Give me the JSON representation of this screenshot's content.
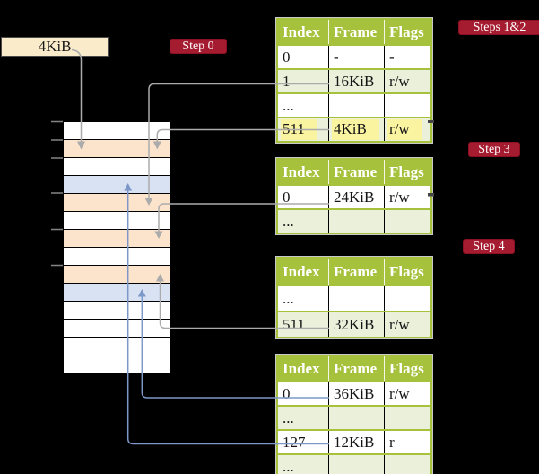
{
  "legend_box": {
    "label": "4KiB"
  },
  "badges": {
    "step0": "Step 0",
    "steps12": "Steps 1&2",
    "step3": "Step 3",
    "step4": "Step 4"
  },
  "memory": {
    "description": "physical memory frames, one row per 4KiB frame",
    "rows": [
      "white",
      "peach",
      "white",
      "blue",
      "peach",
      "white",
      "peach",
      "white",
      "peach",
      "blue",
      "white",
      "white",
      "white",
      "white"
    ],
    "tick_marks": 6
  },
  "tables": [
    {
      "id": "t1",
      "step": "Steps 1&2",
      "headers": [
        "Index",
        "Frame",
        "Flags"
      ],
      "rows": [
        {
          "cells": [
            "0",
            "-",
            "-"
          ],
          "shade": false,
          "highlight": false
        },
        {
          "cells": [
            "1",
            "16KiB",
            "r/w"
          ],
          "shade": true,
          "highlight": false
        },
        {
          "cells": [
            "...",
            "",
            ""
          ],
          "shade": false,
          "highlight": false
        },
        {
          "cells": [
            "511",
            "4KiB",
            "r/w"
          ],
          "shade": true,
          "highlight": true
        }
      ]
    },
    {
      "id": "t2",
      "step": "Step 3",
      "headers": [
        "Index",
        "Frame",
        "Flags"
      ],
      "rows": [
        {
          "cells": [
            "0",
            "24KiB",
            "r/w"
          ],
          "shade": false,
          "highlight": false
        },
        {
          "cells": [
            "...",
            "",
            ""
          ],
          "shade": true,
          "highlight": false
        }
      ]
    },
    {
      "id": "t3",
      "step": "Step 4",
      "headers": [
        "Index",
        "Frame",
        "Flags"
      ],
      "rows": [
        {
          "cells": [
            "...",
            "",
            ""
          ],
          "shade": false,
          "highlight": false
        },
        {
          "cells": [
            "511",
            "32KiB",
            "r/w"
          ],
          "shade": true,
          "highlight": false
        }
      ]
    },
    {
      "id": "t4",
      "step": "",
      "headers": [
        "Index",
        "Frame",
        "Flags"
      ],
      "rows": [
        {
          "cells": [
            "0",
            "36KiB",
            "r/w"
          ],
          "shade": false,
          "highlight": false
        },
        {
          "cells": [
            "...",
            "",
            ""
          ],
          "shade": true,
          "highlight": false
        },
        {
          "cells": [
            "127",
            "12KiB",
            "r"
          ],
          "shade": false,
          "highlight": false
        },
        {
          "cells": [
            "...",
            "",
            ""
          ],
          "shade": true,
          "highlight": false
        }
      ]
    }
  ],
  "colors": {
    "badge_red": "#A51C30",
    "table_header_green": "#A6C23C",
    "table_row_green": "#EBF0DB",
    "highlight_yellow": "#FAF4A1",
    "memory_peach": "#FCE4CC",
    "memory_blue": "#D9E2F3",
    "frame_box_wheat": "#FAECCA",
    "arrow_grey": "#ABABAB",
    "arrow_blue": "#7C97C8"
  }
}
